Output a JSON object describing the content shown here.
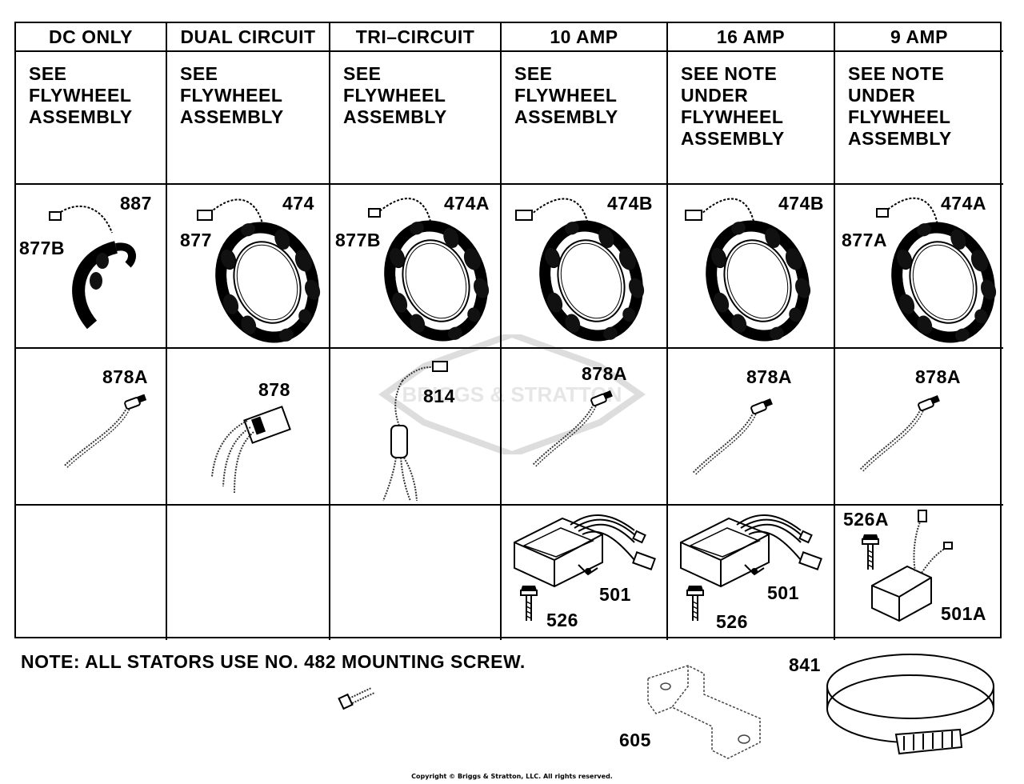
{
  "columns": [
    {
      "header": "DC ONLY",
      "note": "SEE\nFLYWHEEL\nASSEMBLY",
      "stator_parts": [
        "887",
        "877B"
      ],
      "lead_part": "878A",
      "regulator_parts": []
    },
    {
      "header": "DUAL CIRCUIT",
      "note": "SEE\nFLYWHEEL\nASSEMBLY",
      "stator_parts": [
        "474",
        "877"
      ],
      "lead_part": "878",
      "regulator_parts": []
    },
    {
      "header": "TRI–CIRCUIT",
      "note": "SEE\nFLYWHEEL\nASSEMBLY",
      "stator_parts": [
        "474A",
        "877B"
      ],
      "lead_part": "814",
      "regulator_parts": []
    },
    {
      "header": "10 AMP",
      "note": "SEE\nFLYWHEEL\nASSEMBLY",
      "stator_parts": [
        "474B"
      ],
      "lead_part": "878A",
      "regulator_parts": [
        "501",
        "526"
      ]
    },
    {
      "header": "16 AMP",
      "note": "SEE NOTE\nUNDER\nFLYWHEEL\nASSEMBLY",
      "stator_parts": [
        "474B"
      ],
      "lead_part": "878A",
      "regulator_parts": [
        "501",
        "526"
      ]
    },
    {
      "header": "9 AMP",
      "note": "SEE NOTE\nUNDER\nFLYWHEEL\nASSEMBLY",
      "stator_parts": [
        "474A",
        "877A"
      ],
      "lead_part": "878A",
      "regulator_parts": [
        "526A",
        "501A"
      ]
    }
  ],
  "footer": {
    "note": "NOTE: ALL STATORS USE NO. 482 MOUNTING SCREW.",
    "parts": [
      "605",
      "841"
    ]
  },
  "watermark": "BRIGGS & STRATTON",
  "copyright": "Copyright © Briggs & Stratton, LLC. All rights reserved."
}
